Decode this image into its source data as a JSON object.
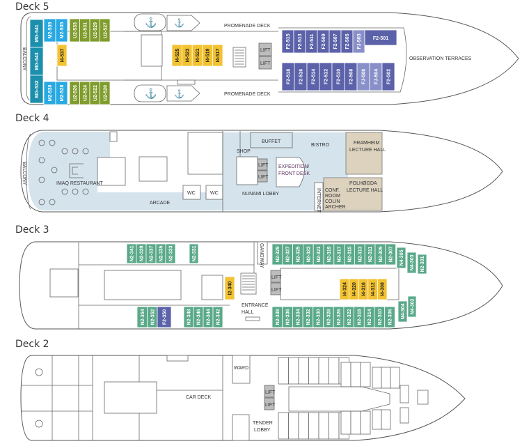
{
  "colors": {
    "MG": "#1b8fac",
    "M2": "#29a9e1",
    "U2": "#7f9c2c",
    "I4": "#f2c230",
    "I2": "#f2c230",
    "F2": "#5b62a9",
    "FJ": "#8990c9",
    "N2": "#5aa98a",
    "N4": "#5aa98a"
  },
  "deck5": {
    "title": "Deck 5",
    "promenade_top": "PROMENADE DECK",
    "promenade_bottom": "PROMENADE DECK",
    "observation": "OBSERVATION TERRACES",
    "balcony": "BALCONY",
    "lift1": "LIFT",
    "lift2": "LIFT",
    "cabins": {
      "mg": [
        "MG-541",
        "MG-543",
        "MG-532"
      ],
      "m2_top": [
        "M2-539",
        "M2-535"
      ],
      "m2_bot": [
        "M2-530",
        "M2-528"
      ],
      "u2_top": [
        "U2-533",
        "U2-531",
        "U2-529",
        "U2-527"
      ],
      "u2_bot": [
        "U2-526",
        "U2-524",
        "U2-522",
        "U2-520"
      ],
      "i4_a": [
        "I4-537"
      ],
      "i4_b": [
        "I4-525",
        "I4-523",
        "I4-521",
        "I4-519",
        "I4-517"
      ],
      "f_top": [
        "F2-515",
        "F2-513",
        "F2-511",
        "F2-509",
        "F2-507",
        "F2-505",
        "FJ-503"
      ],
      "f_501": [
        "F2-501"
      ],
      "f_bot": [
        "F2-518",
        "F2-516",
        "F2-514",
        "F2-512",
        "F2-510",
        "F2-508",
        "FJ-506",
        "FJ-504",
        "F2-502"
      ]
    }
  },
  "deck4": {
    "title": "Deck 4",
    "balcony": "BALCONY",
    "restaurant": "IMAQ RESTAURANT",
    "arcade": "ARCADE",
    "wc1": "WC",
    "wc2": "WC",
    "shop": "SHOP",
    "buffet": "BUFFET",
    "bistro": "BISTRO",
    "lift1": "LIFT",
    "lift2": "LIFT",
    "front_desk": [
      "EXPEDITION/",
      "FRONT DESK"
    ],
    "lobby": "NUNAMI LOBBY",
    "internet": "INTERNET",
    "conf_room": [
      "CONF.",
      "ROOM",
      "COLIN",
      "ARCHER"
    ],
    "framheim": [
      "FRAMHEIM",
      "LECTURE HALL"
    ],
    "polhogda": [
      "POLHØGDA",
      "LECTURE HALL"
    ]
  },
  "deck3": {
    "title": "Deck 3",
    "gangway": "GANGWAY",
    "lift1": "LIFT",
    "lift2": "LIFT",
    "entrance": [
      "ENTRANCE",
      "HALL"
    ],
    "cabins": {
      "top_a": [
        "N2-341",
        "N2-339",
        "N2-337",
        "N2-335",
        "N2-333"
      ],
      "top_b": [
        "N2-331"
      ],
      "bot_a": [
        "N2-354",
        "N2-352"
      ],
      "f2": [
        "F2-350"
      ],
      "bot_b": [
        "N2-348",
        "N2-346",
        "N2-344",
        "N2-342"
      ],
      "i2": [
        "I2-340"
      ],
      "top_c": [
        "N2-329",
        "N2-327",
        "N2-325",
        "N2-323",
        "N2-321",
        "N2-319",
        "N2-317",
        "N2-315",
        "N2-313",
        "N2-311",
        "N2-309",
        "N2-307"
      ],
      "n305": [
        "N4-305"
      ],
      "n303": [
        "N4-303"
      ],
      "n301": [
        "N2-301"
      ],
      "i4": [
        "I4-324",
        "I4-320",
        "I4-316",
        "I4-312",
        "I4-308"
      ],
      "bot_c": [
        "N2-338",
        "N2-336",
        "N2-334",
        "N2-332",
        "N2-330",
        "N2-328",
        "N2-326",
        "N2-322",
        "N2-318",
        "N2-314",
        "N2-310",
        "N2-306"
      ],
      "n304": [
        "N4-304"
      ],
      "n302": [
        "N4-302"
      ]
    }
  },
  "deck2": {
    "title": "Deck 2",
    "ward": "WARD",
    "car_deck": "CAR DECK",
    "lift1": "LIFT",
    "lift2": "LIFT",
    "tender": [
      "TENDER",
      "LOBBY"
    ]
  }
}
